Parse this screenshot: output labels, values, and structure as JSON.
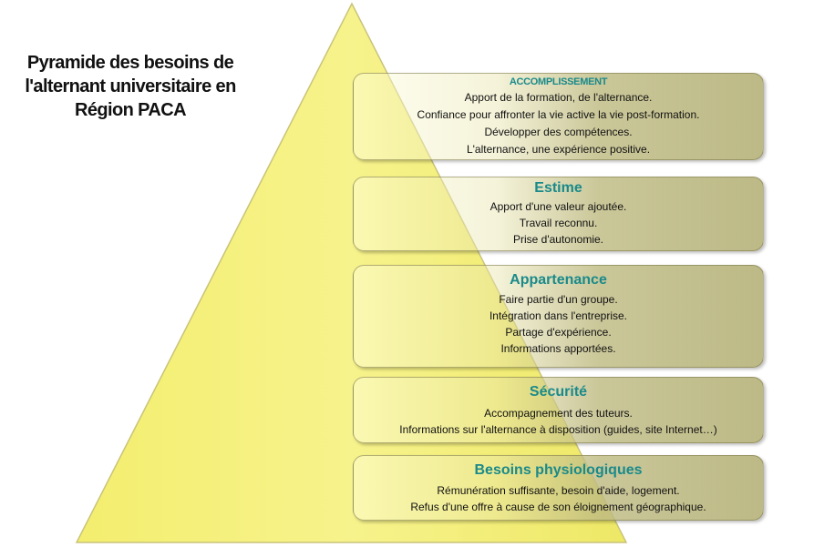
{
  "title": {
    "line1": "Pyramide des besoins de",
    "line2": "l'alternant universitaire en",
    "line3": "Région PACA"
  },
  "levels": [
    {
      "heading": "ACCOMPLISSEMENT",
      "lines": [
        "Apport de la formation, de l'alternance.",
        "Confiance pour affronter la vie active la vie post-formation.",
        "Développer des compétences.",
        "L'alternance, une expérience positive."
      ]
    },
    {
      "heading": "Estime",
      "lines": [
        "Apport d'une valeur ajoutée.",
        "Travail reconnu.",
        "Prise d'autonomie."
      ]
    },
    {
      "heading": "Appartenance",
      "lines": [
        "Faire partie d'un groupe.",
        "Intégration dans l'entreprise.",
        "Partage d'expérience.",
        "Informations apportées."
      ]
    },
    {
      "heading": "Sécurité",
      "lines": [
        "Accompagnement des tuteurs.",
        "Informations sur l'alternance à disposition (guides, site Internet…)"
      ]
    },
    {
      "heading": "Besoins physiologiques",
      "lines": [
        "Rémunération suffisante, besoin d'aide, logement.",
        "Refus d'une offre à cause de son éloignement géographique."
      ]
    }
  ],
  "colors": {
    "pyramid_fill": "#f4f080",
    "pyramid_edge": "#c9c37a",
    "heading": "#1a8a8a"
  }
}
